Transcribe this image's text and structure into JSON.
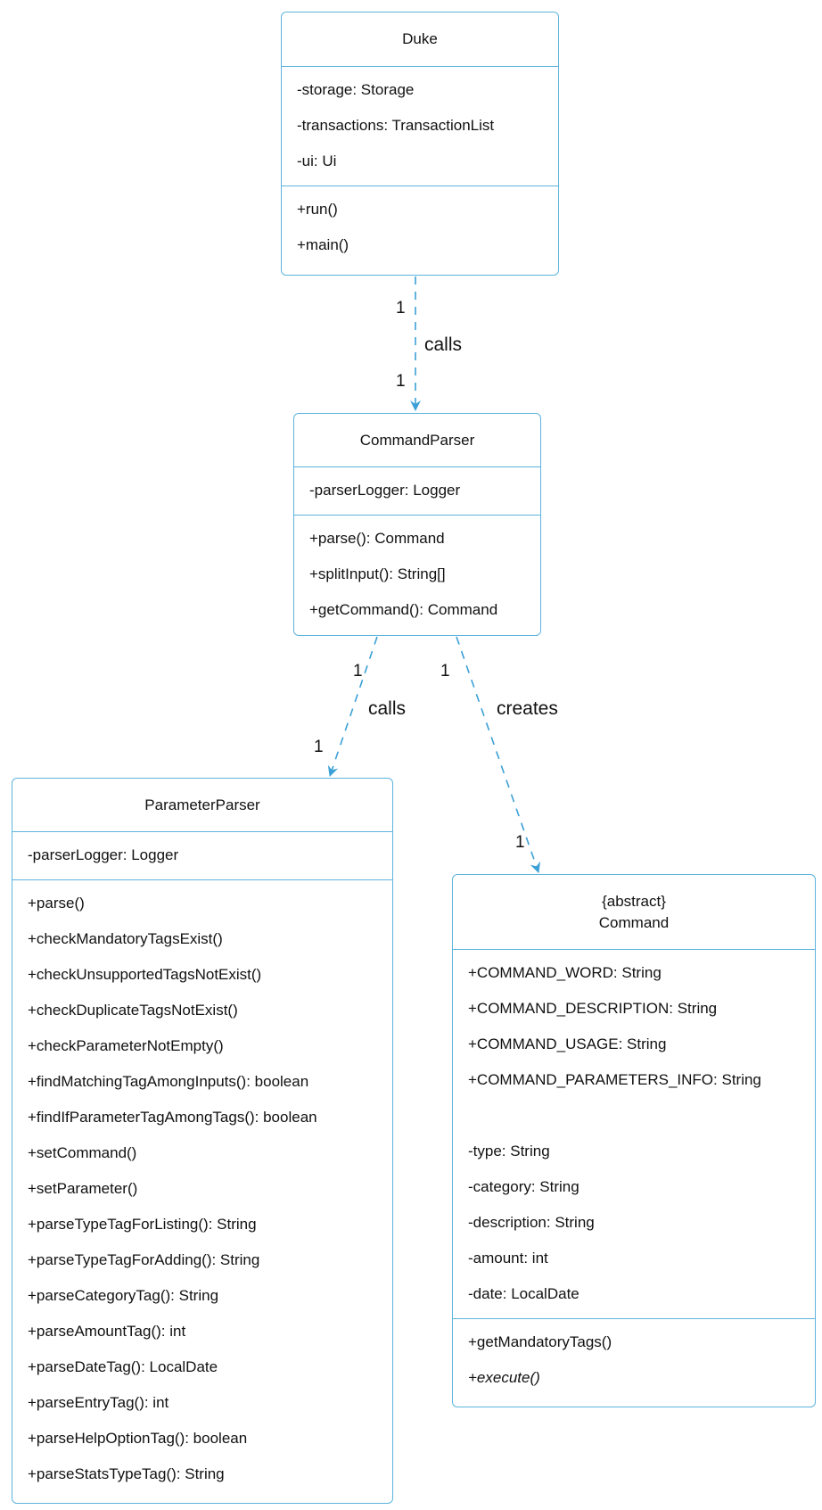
{
  "classes": {
    "duke": {
      "name": "Duke",
      "attributes": [
        "-storage: Storage",
        "-transactions: TransactionList",
        "-ui: Ui"
      ],
      "methods": [
        "+run()",
        "+main()"
      ]
    },
    "command_parser": {
      "name": "CommandParser",
      "attributes": [
        "-parserLogger: Logger"
      ],
      "methods": [
        "+parse(): Command",
        "+splitInput(): String[]",
        "+getCommand(): Command"
      ]
    },
    "parameter_parser": {
      "name": "ParameterParser",
      "attributes": [
        "-parserLogger: Logger"
      ],
      "methods": [
        "+parse()",
        "+checkMandatoryTagsExist()",
        "+checkUnsupportedTagsNotExist()",
        "+checkDuplicateTagsNotExist()",
        "+checkParameterNotEmpty()",
        "+findMatchingTagAmongInputs(): boolean",
        "+findIfParameterTagAmongTags(): boolean",
        "+setCommand()",
        "+setParameter()",
        "+parseTypeTagForListing(): String",
        "+parseTypeTagForAdding(): String",
        "+parseCategoryTag(): String",
        "+parseAmountTag(): int",
        "+parseDateTag(): LocalDate",
        "+parseEntryTag(): int",
        "+parseHelpOptionTag(): boolean",
        "+parseStatsTypeTag(): String"
      ]
    },
    "command": {
      "stereotype": "{abstract}",
      "name": "Command",
      "attributes": [
        "+COMMAND_WORD: String",
        "+COMMAND_DESCRIPTION: String",
        "+COMMAND_USAGE: String",
        "+COMMAND_PARAMETERS_INFO: String",
        "",
        "-type: String",
        "-category: String",
        "-description: String",
        "-amount: int",
        "-date: LocalDate"
      ],
      "methods": [
        "+getMandatoryTags()",
        "+execute()"
      ],
      "abstract_methods": [
        "+execute()"
      ]
    }
  },
  "relations": [
    {
      "id": "duke-cp",
      "from": "Duke",
      "to": "CommandParser",
      "label": "calls",
      "from_mult": "1",
      "to_mult": "1"
    },
    {
      "id": "cp-pp",
      "from": "CommandParser",
      "to": "ParameterParser",
      "label": "calls",
      "from_mult": "1",
      "to_mult": "1"
    },
    {
      "id": "cp-cmd",
      "from": "CommandParser",
      "to": "Command",
      "label": "creates",
      "from_mult": "1",
      "to_mult": "1"
    }
  ],
  "colors": {
    "border": "#5db4de",
    "edge": "#3aa0d6",
    "text": "#111111"
  }
}
